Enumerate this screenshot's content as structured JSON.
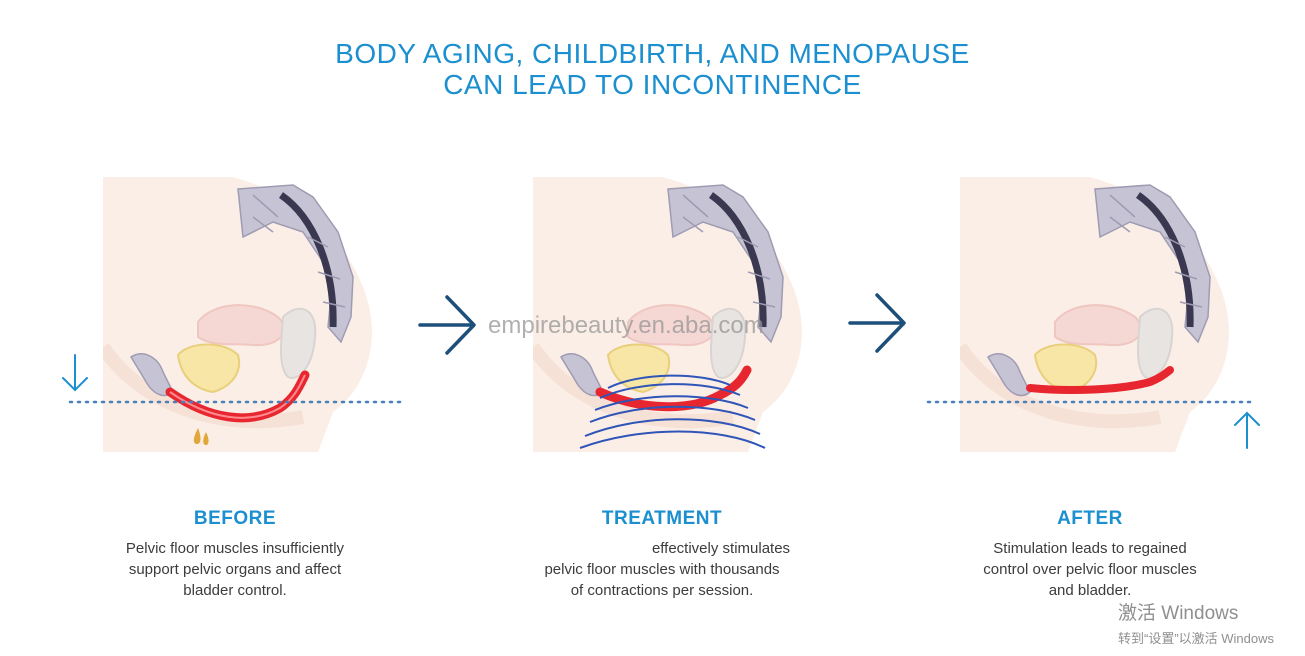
{
  "title": {
    "line1": "BODY AGING, CHILDBIRTH, AND MENOPAUSE",
    "line2": "CAN LEAD TO INCONTINENCE"
  },
  "watermark": "empirebeauty.en.aba.com",
  "panels": [
    {
      "heading": "BEFORE",
      "lines": [
        "Pelvic floor muscles insufficiently",
        "support pelvic organs and affect",
        "bladder control."
      ],
      "indicator": "arrow-down-icon"
    },
    {
      "heading": "TREATMENT",
      "lines": [
        "effectively stimulates",
        "pelvic floor muscles with thousands",
        "of contractions per session."
      ],
      "indicator": "wave-rings"
    },
    {
      "heading": "AFTER",
      "lines": [
        "Stimulation leads to regained",
        "control over pelvic floor muscles",
        "and bladder."
      ],
      "indicator": "arrow-up-icon"
    }
  ],
  "windows_notice": {
    "line1": "激活 Windows",
    "line2": "转到“设置”以激活 Windows"
  },
  "colors": {
    "accent": "#1b8fcf",
    "navy_arrow": "#1d4f7a",
    "muscle": "#e8262f",
    "skin": "#fbeee6",
    "bladder": "#f7e6a6",
    "spine": "#c6c4d4",
    "waves": "#2f55b8"
  }
}
